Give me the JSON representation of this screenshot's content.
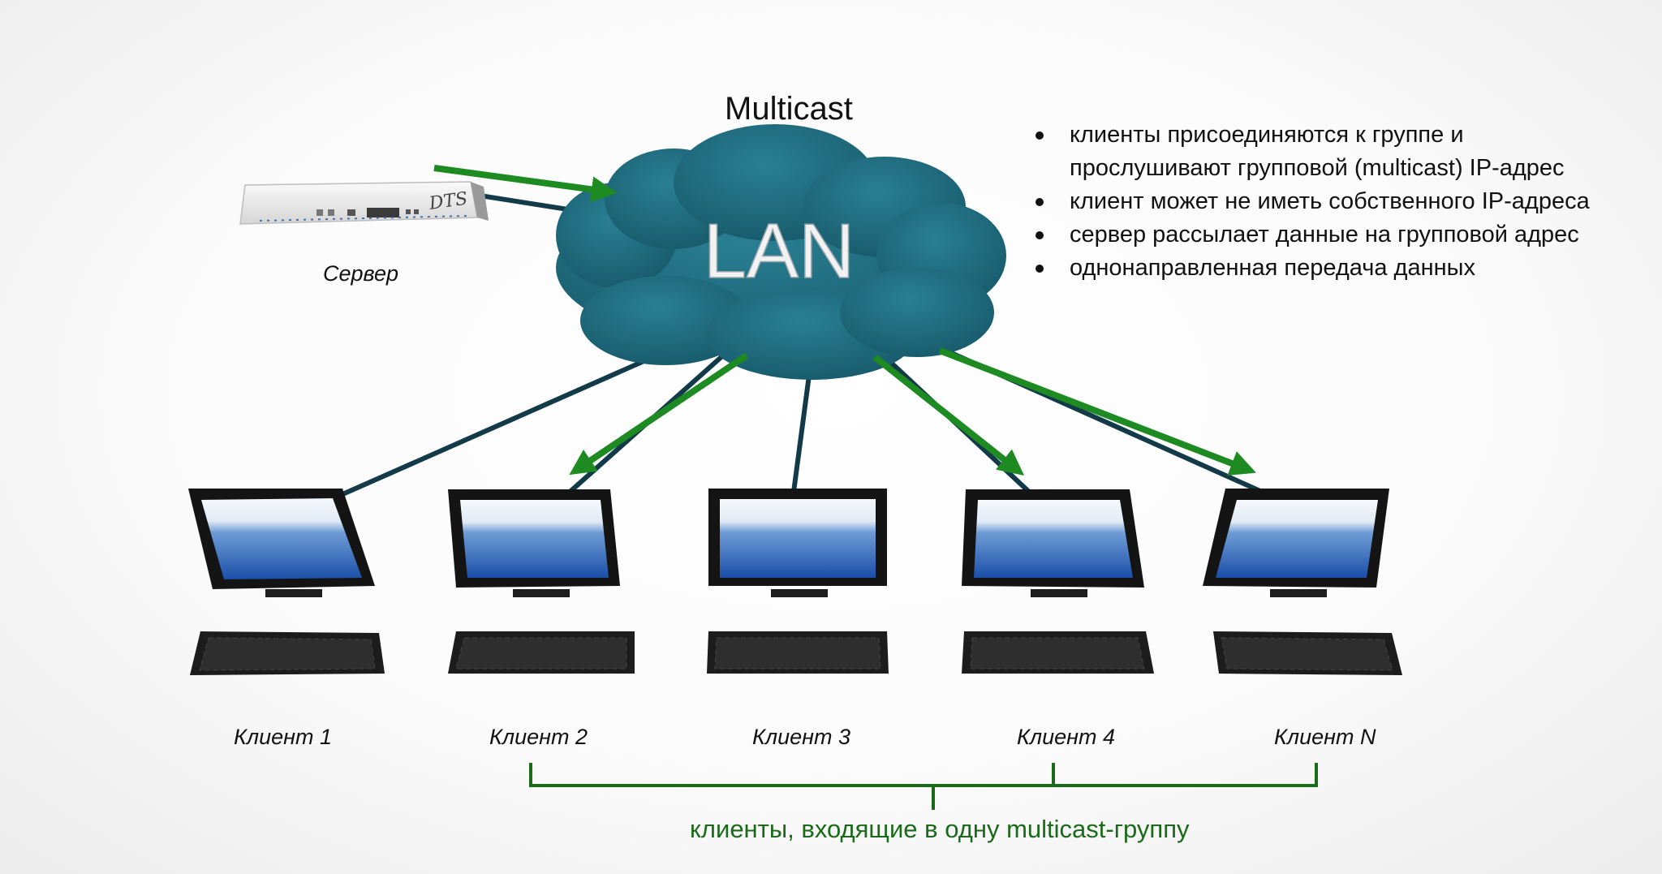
{
  "title": "Multicast",
  "cloud_label": "LAN",
  "server_label": "Сервер",
  "server_device_text": "DTS",
  "bullets": [
    "клиенты присоединяются к группе и",
    "прослушивают групповой (multicast) IP-адрес",
    "клиент может не иметь собственного IP-адреса",
    "сервер рассылает данные на групповой адрес",
    "однонаправленная передача данных"
  ],
  "clients": [
    "Клиент 1",
    "Клиент 2",
    "Клиент 3",
    "Клиент 4",
    "Клиент N"
  ],
  "group_caption": "клиенты, входящие в одну multicast-группу",
  "colors": {
    "cloud": "#1d6a7e",
    "cable": "#123a48",
    "arrow": "#1e8a22",
    "bracket": "#1a6a1a",
    "screen": "#1a4fa8"
  }
}
